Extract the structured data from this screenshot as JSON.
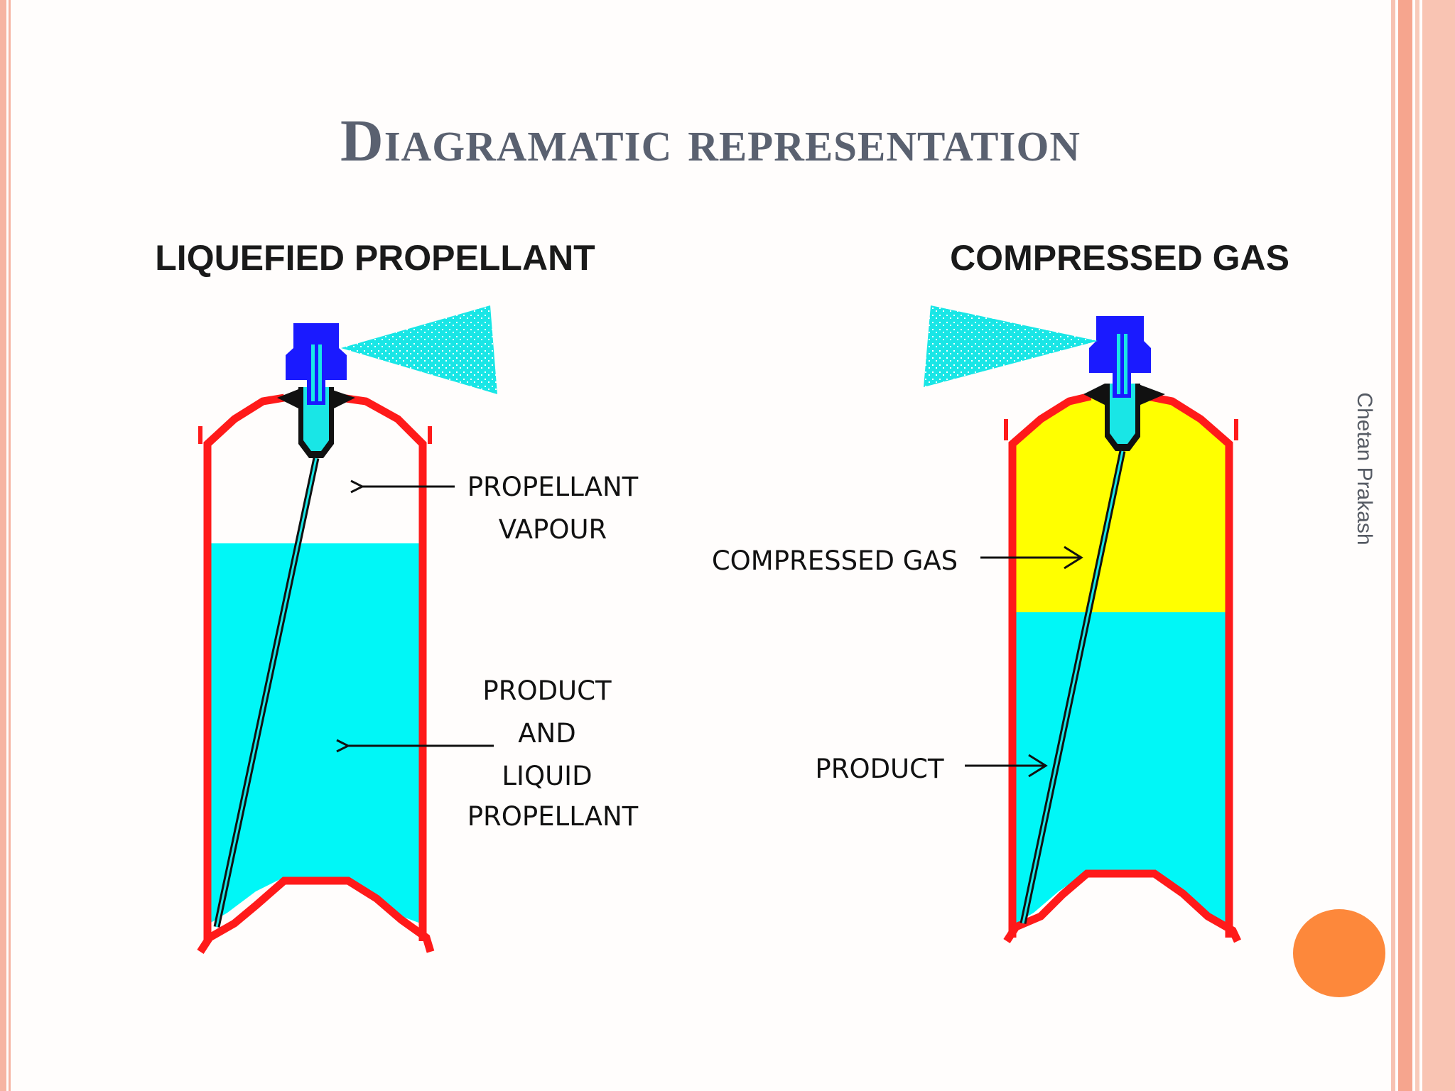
{
  "slide": {
    "title": "Diagramatic representation",
    "author": "Chetan Prakash"
  },
  "diagram": {
    "left_can": {
      "heading": "LIQUEFIED PROPELLANT",
      "labels": {
        "vapour_line1": "PROPELLANT",
        "vapour_line2": "VAPOUR",
        "product_line1": "PRODUCT",
        "product_line2": "AND",
        "product_line3": "LIQUID",
        "product_line4": "PROPELLANT"
      }
    },
    "right_can": {
      "heading": "COMPRESSED GAS",
      "labels": {
        "gas": "COMPRESSED GAS",
        "product": "PRODUCT"
      }
    },
    "colors": {
      "can_outline": "#ff1a1a",
      "liquid": "#00f7f7",
      "compressed_gas": "#ffff00",
      "nozzle": "#1a1aff",
      "spray": "#19e6e6"
    }
  }
}
